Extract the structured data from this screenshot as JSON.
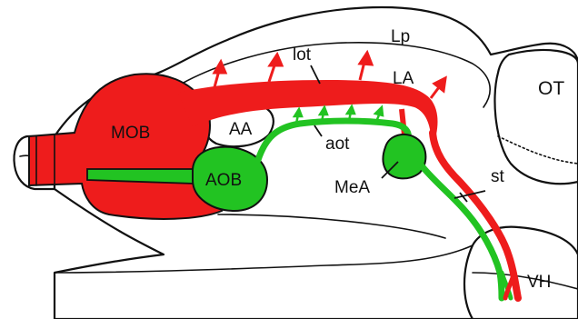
{
  "colors": {
    "red": "#ee1c1c",
    "green": "#22c322",
    "outline": "#111111",
    "background": "#ffffff"
  },
  "labels": {
    "lp": "Lp",
    "lot": "lot",
    "la": "LA",
    "ot": "OT",
    "mob": "MOB",
    "aa": "AA",
    "aot": "aot",
    "aob": "AOB",
    "mea": "MeA",
    "st": "st",
    "vh": "VH"
  }
}
